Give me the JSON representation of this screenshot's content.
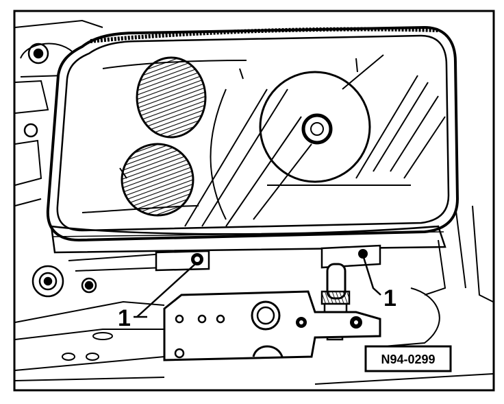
{
  "diagram": {
    "callouts": [
      {
        "number": "1"
      },
      {
        "number": "1"
      }
    ],
    "figure_id": "N94-0299"
  }
}
